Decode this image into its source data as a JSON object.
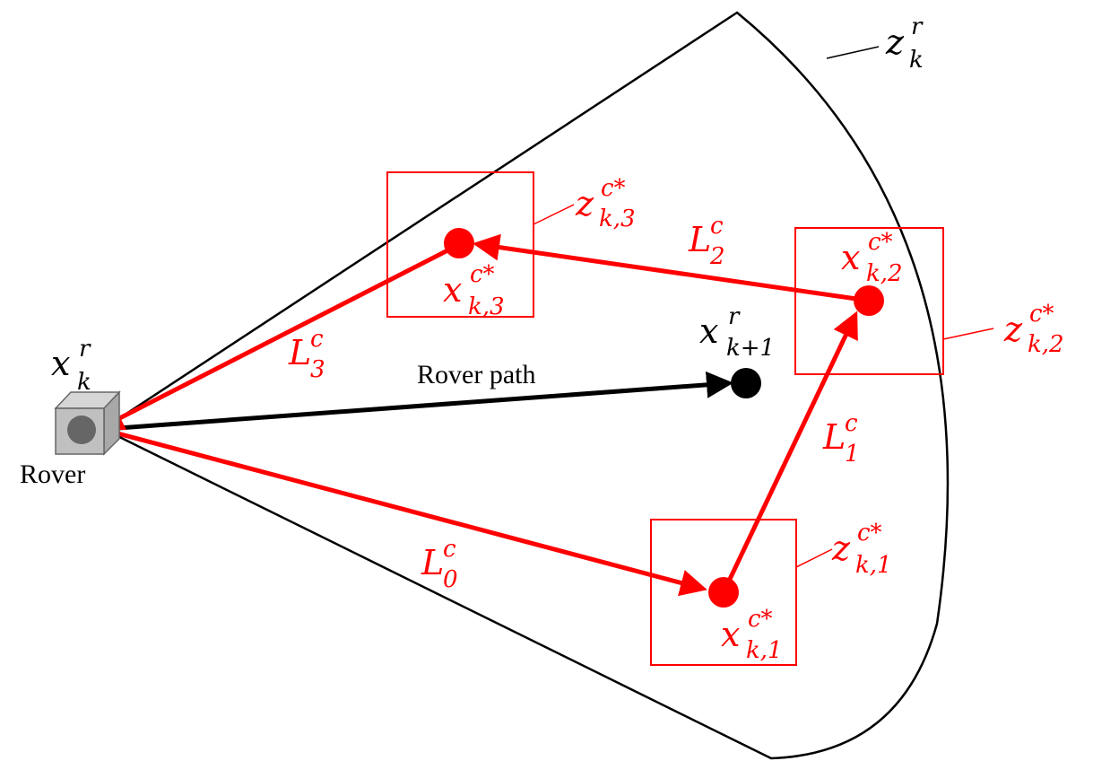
{
  "labels": {
    "rover": "Rover",
    "rover_path": "Rover path",
    "rover_state_base": "x",
    "rover_state_sup": "r",
    "rover_state_sub": "k",
    "next_state_base": "x",
    "next_state_sup": "r",
    "next_state_sub": "k+1",
    "fov_base": "z",
    "fov_sup": "r",
    "fov_sub": "k",
    "cands": [
      {
        "x_base": "x",
        "x_sup": "c*",
        "x_sub": "k,1",
        "z_base": "z",
        "z_sup": "c*",
        "z_sub": "k,1"
      },
      {
        "x_base": "x",
        "x_sup": "c*",
        "x_sub": "k,2",
        "z_base": "z",
        "z_sup": "c*",
        "z_sub": "k,2"
      },
      {
        "x_base": "x",
        "x_sup": "c*",
        "x_sub": "k,3",
        "z_base": "z",
        "z_sup": "c*",
        "z_sub": "k,3"
      }
    ],
    "legs": [
      {
        "base": "L",
        "sup": "c",
        "sub": "0"
      },
      {
        "base": "L",
        "sup": "c",
        "sub": "1"
      },
      {
        "base": "L",
        "sup": "c",
        "sub": "2"
      },
      {
        "base": "L",
        "sup": "c",
        "sub": "3"
      }
    ]
  },
  "colors": {
    "highlight": "#ff0000",
    "ink": "#000000",
    "rover_body": "#c0c0c0",
    "rover_wheel": "#666666"
  }
}
